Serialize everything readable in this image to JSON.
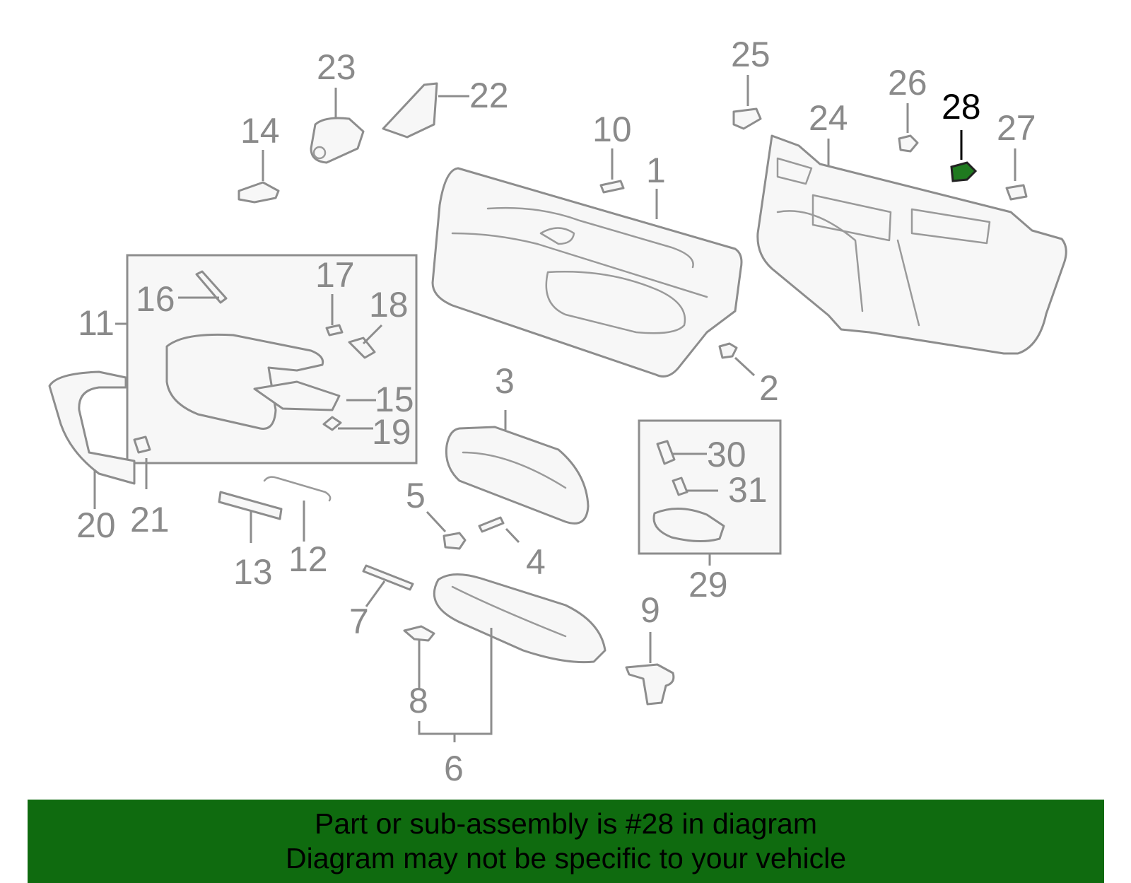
{
  "highlighted_part": "28",
  "callouts": {
    "c1": "1",
    "c2": "2",
    "c3": "3",
    "c4": "4",
    "c5": "5",
    "c6": "6",
    "c7": "7",
    "c8": "8",
    "c9": "9",
    "c10": "10",
    "c11": "11",
    "c12": "12",
    "c13": "13",
    "c14": "14",
    "c15": "15",
    "c16": "16",
    "c17": "17",
    "c18": "18",
    "c19": "19",
    "c20": "20",
    "c21": "21",
    "c22": "22",
    "c23": "23",
    "c24": "24",
    "c25": "25",
    "c26": "26",
    "c27": "27",
    "c28": "28",
    "c29": "29",
    "c30": "30",
    "c31": "31"
  },
  "banner": {
    "line1": "Part or sub-assembly is #28 in diagram",
    "line2": "Diagram may not be specific to your vehicle"
  },
  "colors": {
    "banner_bg": "#0f6b0f",
    "highlight_part": "#1f7a1f",
    "line_gray": "#8d8d8d"
  }
}
